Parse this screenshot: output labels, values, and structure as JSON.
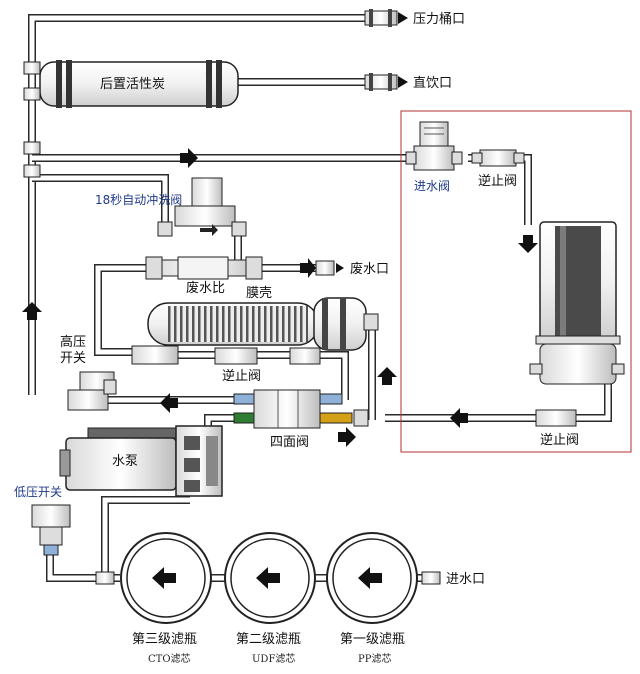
{
  "labels": {
    "pressure_tank": "压力桶口",
    "post_carbon": "后置活性炭",
    "direct_drink": "直饮口",
    "inlet_valve": "进水阀",
    "check_valve_top": "逆止阀",
    "auto_flush": "18秒自动冲洗阀",
    "waste_outlet": "废水口",
    "waste_ratio": "废水比",
    "membrane": "膜壳",
    "high_pressure_1": "高压",
    "high_pressure_2": "开关",
    "check_valve_mid": "逆止阀",
    "four_way": "四面阀",
    "check_valve_bottom": "逆止阀",
    "pump": "水泵",
    "low_pressure": "低压开关",
    "water_inlet": "进水口",
    "stage3": "第三级滤瓶",
    "stage3_sub": "CTO滤芯",
    "stage2": "第二级滤瓶",
    "stage2_sub": "UDF滤芯",
    "stage1": "第一级滤瓶",
    "stage1_sub": "PP滤芯"
  },
  "colors": {
    "accent_box": "#b03030",
    "label_blue": "#1f3a8a",
    "pipe": "#2a2a2a",
    "fitting_blue": "#8fb0d8",
    "fitting_green": "#2e7d32",
    "fitting_yellow": "#d4a017"
  }
}
